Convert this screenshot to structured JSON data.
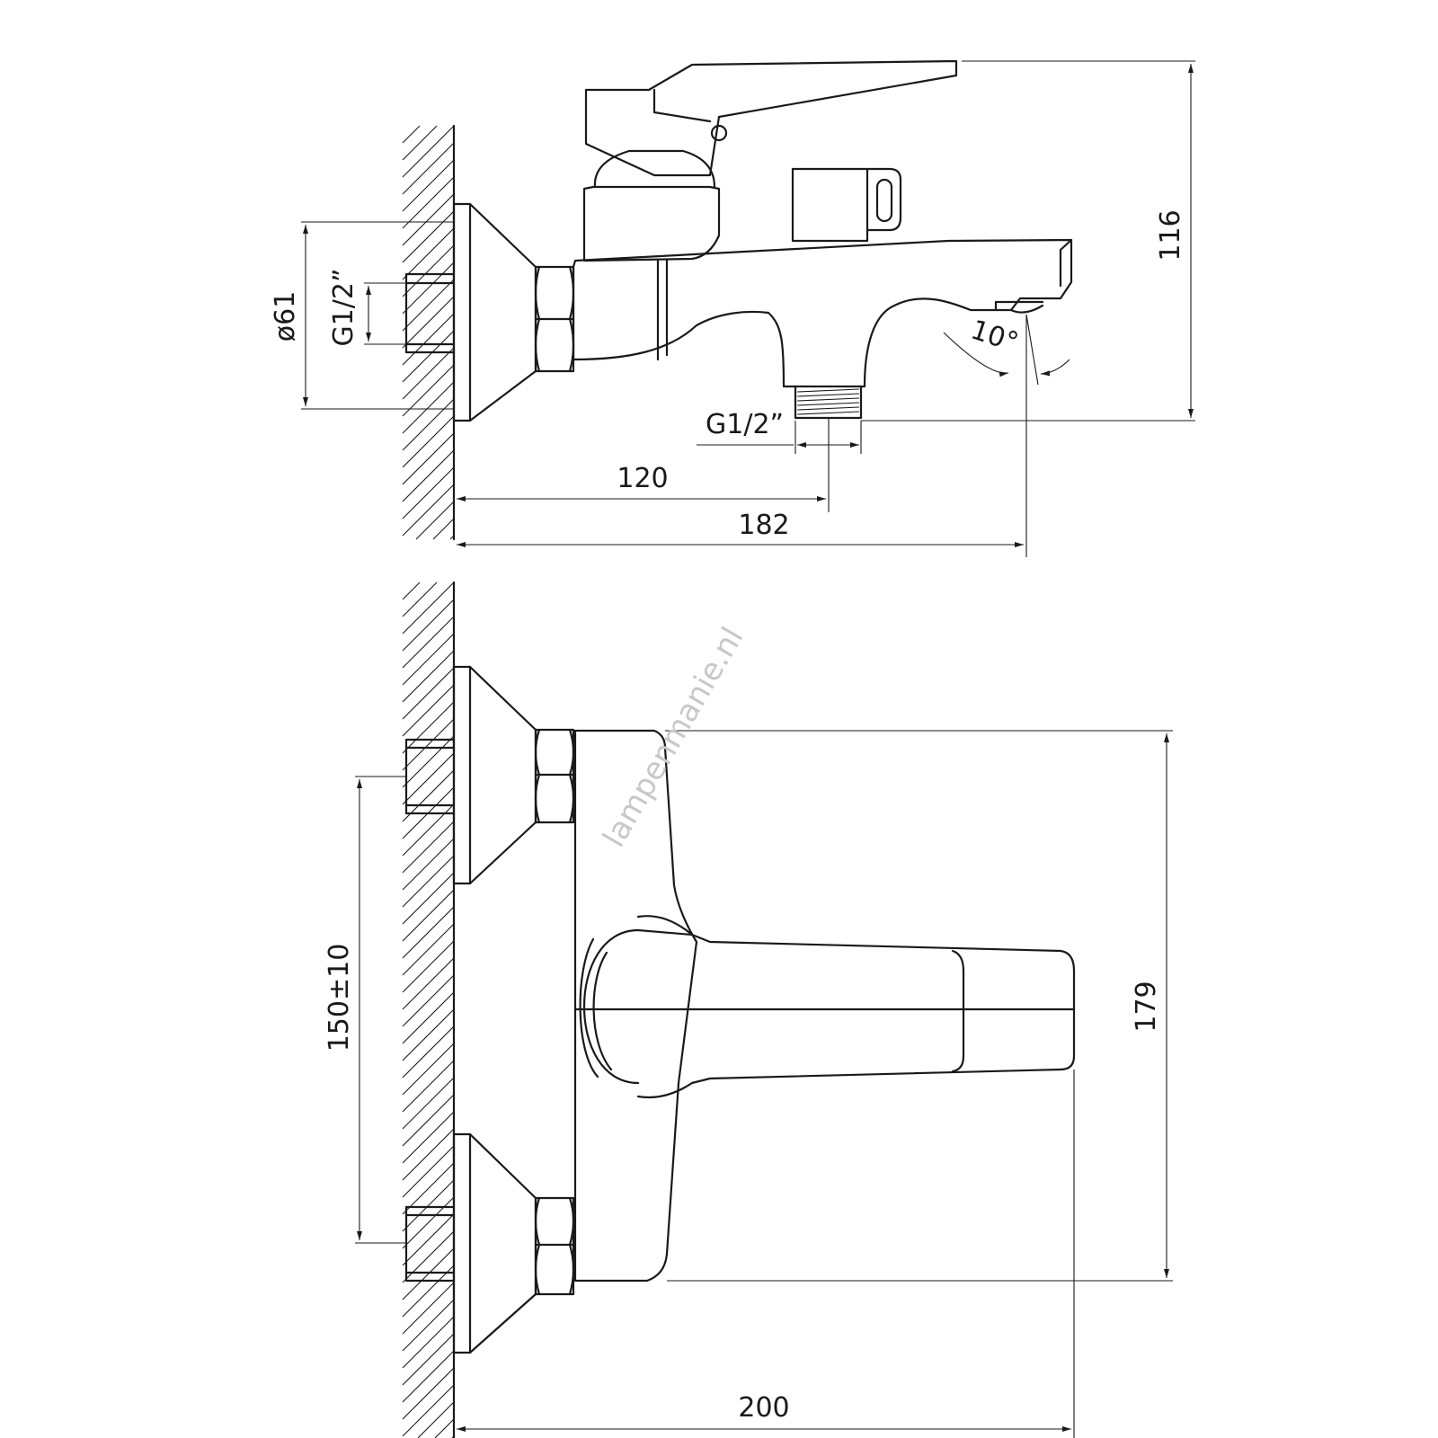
{
  "dimensions": {
    "outlet_thread": "G1/2”",
    "inlet_thread": "G1/2”",
    "flange_diameter": "ø61",
    "height": "116",
    "spout_angle": "10°",
    "outlet_distance": "120",
    "projection": "182",
    "inlet_spacing": "150±10",
    "front_height": "179",
    "total_width": "200"
  },
  "watermark": "lampenmanie.nl"
}
